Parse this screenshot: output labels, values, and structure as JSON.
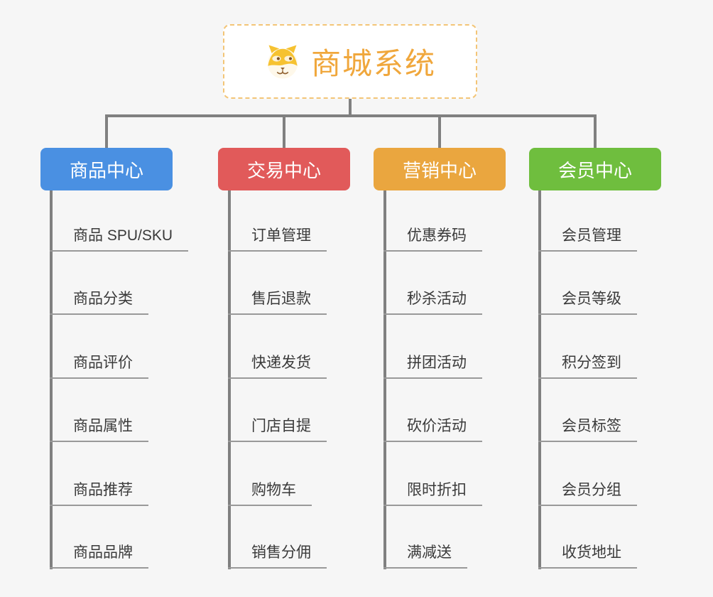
{
  "root": {
    "title": "商城系统",
    "icon": "dog-face-icon",
    "text_color": "#F0A73C",
    "border_color": "#F3C577"
  },
  "branches": [
    {
      "label": "商品中心",
      "color": "#4A90E2",
      "children": [
        "商品 SPU/SKU",
        "商品分类",
        "商品评价",
        "商品属性",
        "商品推荐",
        "商品品牌"
      ]
    },
    {
      "label": "交易中心",
      "color": "#E15A5A",
      "children": [
        "订单管理",
        "售后退款",
        "快递发货",
        "门店自提",
        "购物车",
        "销售分佣"
      ]
    },
    {
      "label": "营销中心",
      "color": "#EAA63F",
      "children": [
        "优惠券码",
        "秒杀活动",
        "拼团活动",
        "砍价活动",
        "限时折扣",
        "满减送"
      ]
    },
    {
      "label": "会员中心",
      "color": "#6FBE3E",
      "children": [
        "会员管理",
        "会员等级",
        "积分签到",
        "会员标签",
        "会员分组",
        "收货地址"
      ]
    }
  ],
  "styles": {
    "background_color": "#F6F6F6",
    "connector_color": "#808080",
    "underline_color": "#999999",
    "leaf_text_color": "#3A3A3A"
  }
}
